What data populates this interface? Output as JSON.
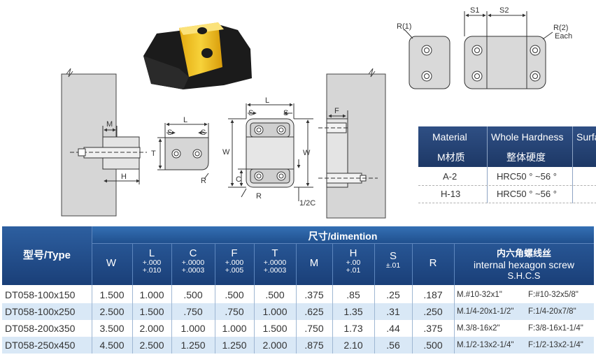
{
  "drawing_labels": {
    "M": "M",
    "H": "H",
    "L": "L",
    "S": "S",
    "T": "T",
    "W": "W",
    "C": "C",
    "R": "R",
    "F": "F",
    "half_c": "1/2C",
    "R1": "R(1)",
    "R2": "R(2)",
    "each": "Each",
    "S1": "S1",
    "S2": "S2"
  },
  "material_table": {
    "headers": [
      "Material",
      "Whole Hardness",
      "Surfa"
    ],
    "headers_cn": [
      "M材质",
      "整体硬度"
    ],
    "rows": [
      {
        "material": "A-2",
        "hardness": "HRC50 ° ~56 °"
      },
      {
        "material": "H-13",
        "hardness": "HRC50 ° ~56 °"
      }
    ]
  },
  "dim_table": {
    "type_header": "型号/Type",
    "group_header": "尺寸/dimention",
    "columns": [
      {
        "key": "W",
        "label": "W",
        "tol": []
      },
      {
        "key": "L",
        "label": "L",
        "tol": [
          "+.000",
          "+.010"
        ]
      },
      {
        "key": "C",
        "label": "C",
        "tol": [
          "+.0000",
          "+.0003"
        ]
      },
      {
        "key": "F",
        "label": "F",
        "tol": [
          "+.000",
          "+.005"
        ]
      },
      {
        "key": "T",
        "label": "T",
        "tol": [
          "+.0000",
          "+.0003"
        ]
      },
      {
        "key": "M",
        "label": "M",
        "tol": []
      },
      {
        "key": "H",
        "label": "H",
        "tol": [
          "+.00",
          "+.01"
        ]
      },
      {
        "key": "S",
        "label": "S",
        "tol": [
          "±.01"
        ]
      },
      {
        "key": "R",
        "label": "R",
        "tol": []
      }
    ],
    "screw_header": [
      "内六角螺线丝",
      "internal hexagon screw",
      "S.H.C.S"
    ],
    "rows": [
      {
        "type": "DT058-100x150",
        "W": "1.500",
        "L": "1.000",
        "C": ".500",
        "F": ".500",
        "T": ".500",
        "M": ".375",
        "H": ".85",
        "S": ".25",
        "R": ".187",
        "screw_m": "M.#10-32x1\"",
        "screw_f": "F:#10-32x5/8\""
      },
      {
        "type": "DT058-100x250",
        "W": "2.500",
        "L": "1.500",
        "C": ".750",
        "F": ".750",
        "T": "1.000",
        "M": ".625",
        "H": "1.35",
        "S": ".31",
        "R": ".250",
        "screw_m": "M.1/4-20x1-1/2\"",
        "screw_f": "F:1/4-20x7/8\""
      },
      {
        "type": "DT058-200x350",
        "W": "3.500",
        "L": "2.000",
        "C": "1.000",
        "F": "1.000",
        "T": "1.500",
        "M": ".750",
        "H": "1.73",
        "S": ".44",
        "R": ".375",
        "screw_m": "M.3/8-16x2\"",
        "screw_f": "F:3/8-16x1-1/4\""
      },
      {
        "type": "DT058-250x450",
        "W": "4.500",
        "L": "2.500",
        "C": "1.250",
        "F": "1.250",
        "T": "2.000",
        "M": ".875",
        "H": "2.10",
        "S": ".56",
        "R": ".500",
        "screw_m": "M.1/2-13x2-1/4\"",
        "screw_f": "F:1/2-13x2-1/4\""
      }
    ]
  },
  "colors": {
    "header_blue": "#1d3f78",
    "row_alt": "#d9e8f6",
    "part_yellow": "#f2c21b",
    "plate_gray": "#d2d2d2"
  }
}
